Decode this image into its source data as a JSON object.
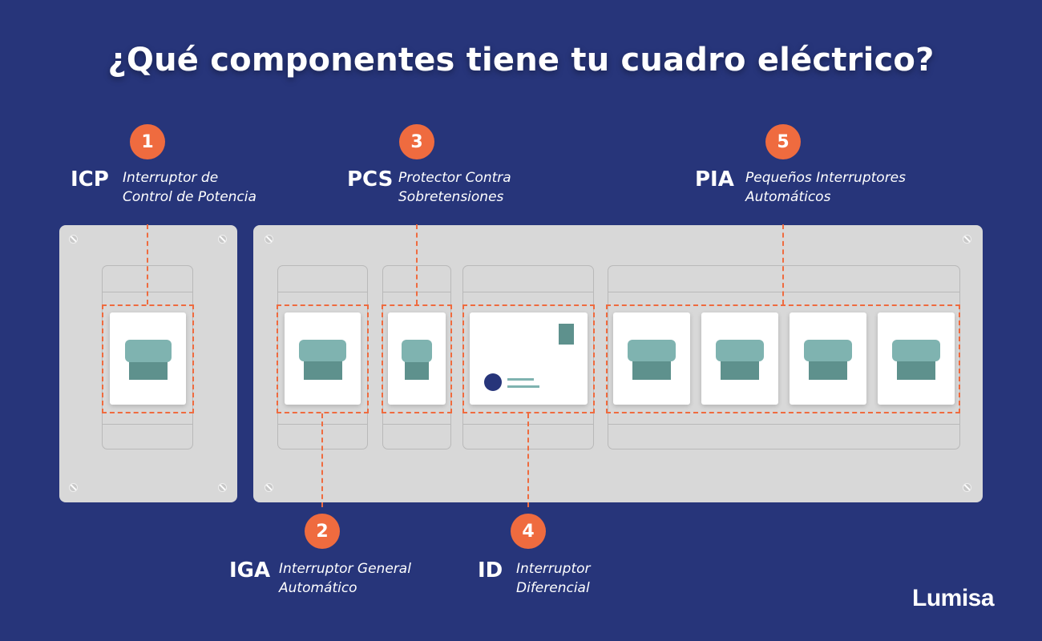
{
  "title": "¿Qué componentes tiene tu cuadro eléctrico?",
  "components": [
    {
      "number": "1",
      "abbr": "ICP",
      "desc_line1": "Interruptor de",
      "desc_line2": "Control de Potencia"
    },
    {
      "number": "2",
      "abbr": "IGA",
      "desc_line1": "Interruptor General",
      "desc_line2": "Automático"
    },
    {
      "number": "3",
      "abbr": "PCS",
      "desc_line1": "Protector Contra",
      "desc_line2": "Sobretensiones"
    },
    {
      "number": "4",
      "abbr": "ID",
      "desc_line1": "Interruptor",
      "desc_line2": "Diferencial"
    },
    {
      "number": "5",
      "abbr": "PIA",
      "desc_line1": "Pequeños Interruptores",
      "desc_line2": "Automáticos"
    }
  ],
  "logo": "Lumisa",
  "colors": {
    "background": "#27357a",
    "accent": "#ef6b3f",
    "panel": "#d8d8d8",
    "toggle": "#7fb3b0",
    "toggle_dark": "#5e918d",
    "indicator": "#27357a"
  }
}
